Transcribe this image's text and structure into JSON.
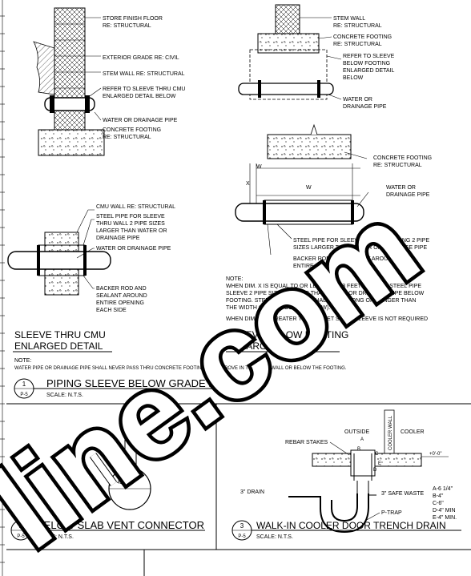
{
  "top_left": {
    "notes": [
      "STORE FINISH FLOOR",
      "RE: STRUCTURAL",
      "EXTERIOR GRADE RE: CIVIL",
      "STEM WALL RE: STRUCTURAL",
      "REFER TO SLEEVE THRU CMU",
      "ENLARGED DETAIL BELOW",
      "WATER OR DRAINAGE PIPE",
      "CONCRETE FOOTING",
      "RE: STRUCTURAL"
    ]
  },
  "top_right": {
    "notes": [
      "STEM WALL",
      "RE: STRUCTURAL",
      "CONCRETE FOOTING",
      "RE: STRUCTURAL",
      "REFER TO SLEEVE",
      "BELOW FOOTING",
      "ENLARGED DETAIL",
      "BELOW",
      "WATER OR",
      "DRAINAGE PIPE"
    ]
  },
  "cmu_detail": {
    "notes": [
      "CMU WALL RE: STRUCTURAL",
      "STEEL PIPE FOR SLEEVE",
      "THRU WALL 2 PIPE SIZES",
      "LARGER THAN WATER OR",
      "DRAINAGE PIPE",
      "WATER OR DRAINAGE PIPE",
      "BACKER ROD AND",
      "SEALANT AROUND",
      "ENTIRE OPENING",
      "EACH SIDE"
    ],
    "title_line1": "SLEEVE THRU CMU",
    "title_line2": "ENLARGED DETAIL"
  },
  "footing_detail": {
    "concrete_footing": [
      "CONCRETE FOOTING",
      "RE: STRUCTURAL"
    ],
    "pipe": [
      "WATER OR",
      "DRAINAGE PIPE"
    ],
    "dim_x": "X",
    "dim_w1": "W",
    "dim_w2": "W",
    "steel_pipe": [
      "STEEL PIPE FOR SLEEVE UNDER FOOTING 2 PIPE",
      "SIZES LARGER THAN WATER OR DRAINAGE PIPE",
      "BACKER ROD AND SEALANT AROUND",
      "ENTIRE OPENING EACH SIDE"
    ],
    "note_lines": [
      "NOTE:",
      "WHEN DIM. X IS EQUAL TO OR LESS THAN 3 FEET PROVIDE STEEL PIPE",
      "SLEEVE 2 PIPE SIZES LARGER THAN WATER OR DRAINAGE PIPE BELOW",
      "FOOTING. STEEL PIPE SLEEVE SHALL BE AS LONG OR LONGER THAN",
      "THE WIDTH OF THE FOOTING (DIM W).",
      "WHEN DIM. X IS GREATER THAN 3 FEET STEEL SLEEVE IS NOT REQUIRED"
    ],
    "title_line1": "SLEEVE BELOW FOOTING",
    "title_line2": "ENLARGED DETAIL"
  },
  "general_note": "NOTE:",
  "general_note_text": "WATER PIPE OR DRAINAGE PIPE SHALL NEVER PASS THRU CONCRETE FOOTING, ONLY ABOVE IN THE STEM WALL OR BELOW THE FOOTING.",
  "detail1": {
    "number": "1",
    "sheet": "P-5",
    "title": "PIPING SLEEVE BELOW GRADE DTLS",
    "scale": "SCALE: N.T.S."
  },
  "detail2": {
    "number": "2",
    "sheet": "P-5",
    "title": "BELOW SLAB VENT CONNECTOR",
    "scale": "SCALE: N.T.S.",
    "angle": "45°"
  },
  "detail3": {
    "number": "3",
    "sheet": "P-5",
    "title": "WALK-IN COOLER DOOR TRENCH DRAIN",
    "scale": "SCALE: N.T.S.",
    "outside": "OUTSIDE",
    "cooler": "COOLER",
    "cooler_wall": "COOLER WALL",
    "rebar_stakes": "REBAR STAKES",
    "elevation": "+0'-0\"",
    "drain": "3\" DRAIN",
    "safe_waste": "3\" SAFE WASTE",
    "ptrap": "P-TRAP",
    "dim_a": "A",
    "dim_b": "B",
    "dim_c": "C",
    "dim_d": "D",
    "dim_e": "E",
    "dims": [
      "A-6 1/4\"",
      "B-4\"",
      "C-6\"",
      "D-4\" MIN",
      "E-4\" MIN."
    ]
  },
  "watermark": "line.com"
}
